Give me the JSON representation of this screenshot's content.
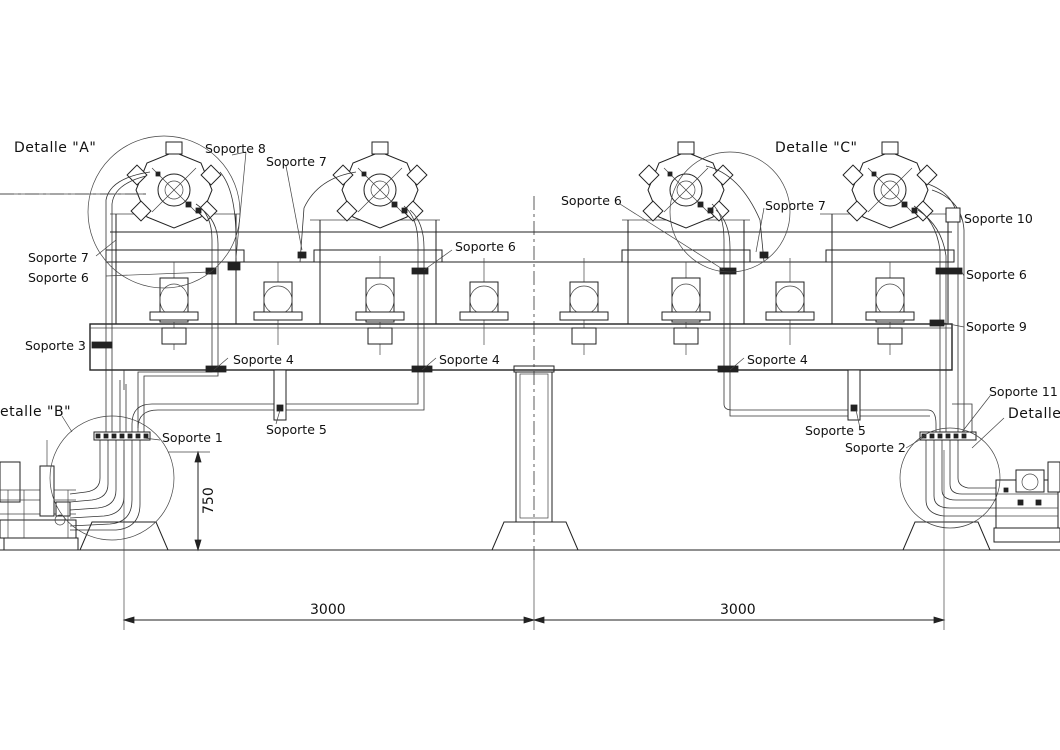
{
  "details": {
    "a": "Detalle \"A\"",
    "b": "etalle \"B\"",
    "c": "Detalle \"C\"",
    "d": "Detalle"
  },
  "supports": {
    "s1": "Soporte 1",
    "s2": "Soporte 2",
    "s3": "Soporte 3",
    "s4_left": "Soporte 4",
    "s4_mid": "Soporte 4",
    "s4_right": "Soporte 4",
    "s5_left": "Soporte 5",
    "s5_right": "Soporte 5",
    "s6_left": "Soporte 6",
    "s6_mid": "Soporte 6",
    "s6_cright": "Soporte 6",
    "s6_right": "Soporte 6",
    "s7_left": "Soporte 7",
    "s7_top": "Soporte 7",
    "s7_cright": "Soporte 7",
    "s8": "Soporte 8",
    "s9": "Soporte 9",
    "s10": "Soporte 10",
    "s11": "Soporte 11"
  },
  "dimensions": {
    "span_left": "3000",
    "span_right": "3000",
    "height": "750"
  }
}
